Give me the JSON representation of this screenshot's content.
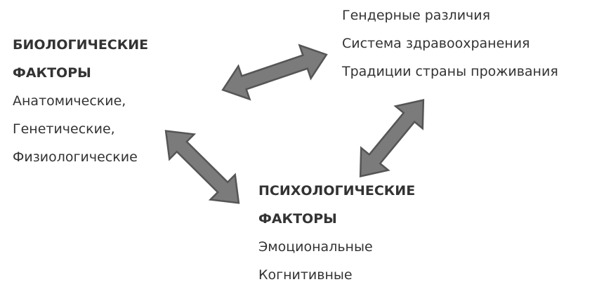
{
  "biological": {
    "title_lines": [
      "БИОЛОГИЧЕСКИЕ",
      "ФАКТОРЫ"
    ],
    "items": [
      "Анатомические,",
      "Генетические,",
      "Физиологические"
    ]
  },
  "social": {
    "items": [
      "Гендерные различия",
      "Система здравоохранения",
      "Традиции страны проживания"
    ]
  },
  "psychological": {
    "title_lines": [
      "ПСИХОЛОГИЧЕСКИЕ",
      "ФАКТОРЫ"
    ],
    "items": [
      "Эмоциональные",
      "Когнитивные"
    ]
  },
  "colors": {
    "arrow_fill": "#7b7b7b",
    "arrow_stroke": "#555555",
    "text": "#333333"
  }
}
